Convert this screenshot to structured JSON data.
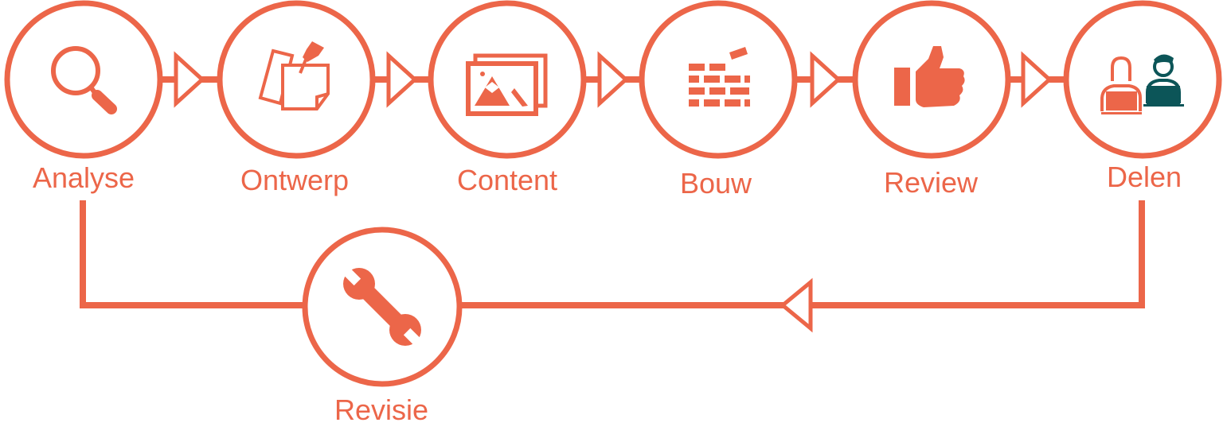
{
  "diagram": {
    "type": "process-flow",
    "colors": {
      "primary": "#ec6649",
      "secondary": "#0c5558",
      "background": "#ffffff"
    },
    "steps": [
      {
        "label": "Analyse",
        "icon": "magnifier-icon"
      },
      {
        "label": "Ontwerp",
        "icon": "pinned-notes-icon"
      },
      {
        "label": "Content",
        "icon": "images-icon"
      },
      {
        "label": "Bouw",
        "icon": "brick-wall-icon"
      },
      {
        "label": "Review",
        "icon": "thumbs-up-icon"
      },
      {
        "label": "Delen",
        "icon": "people-laptops-icon"
      }
    ],
    "feedback": {
      "label": "Revisie",
      "icon": "wrench-icon"
    }
  }
}
